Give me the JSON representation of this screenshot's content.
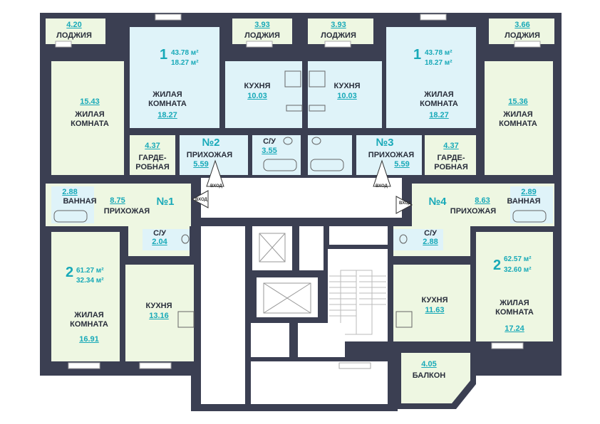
{
  "colors": {
    "wall": "#3b3f52",
    "room": "#eef7e2",
    "wet": "#dff3f9",
    "lobby": "#ffffff",
    "accent": "#17a9b8"
  },
  "rooms": {
    "loggia1": {
      "area": "4.20",
      "name": "ЛОДЖИЯ"
    },
    "loggia2": {
      "area": "3.93",
      "name": "ЛОДЖИЯ"
    },
    "loggia3": {
      "area": "3.93",
      "name": "ЛОДЖИЯ"
    },
    "loggia4": {
      "area": "3.66",
      "name": "ЛОДЖИЯ"
    },
    "living1": {
      "area": "15.43",
      "name1": "ЖИЛАЯ",
      "name2": "КОМНАТА"
    },
    "living2": {
      "area": "18.27",
      "name1": "ЖИЛАЯ",
      "name2": "КОМНАТА"
    },
    "living3": {
      "area": "18.27",
      "name1": "ЖИЛАЯ",
      "name2": "КОМНАТА"
    },
    "living4": {
      "area": "15.36",
      "name1": "ЖИЛАЯ",
      "name2": "КОМНАТА"
    },
    "living5": {
      "area": "16.91",
      "name1": "ЖИЛАЯ",
      "name2": "КОМНАТА"
    },
    "living6": {
      "area": "17.24",
      "name1": "ЖИЛАЯ",
      "name2": "КОМНАТА"
    },
    "kitchen2": {
      "area": "10.03",
      "name": "КУХНЯ"
    },
    "kitchen3": {
      "area": "10.03",
      "name": "КУХНЯ"
    },
    "kitchen1": {
      "area": "13.16",
      "name": "КУХНЯ"
    },
    "kitchen4": {
      "area": "11.63",
      "name": "КУХНЯ"
    },
    "wardrobe2": {
      "area": "4.37",
      "name1": "ГАРДЕ-",
      "name2": "РОБНАЯ"
    },
    "wardrobe3": {
      "area": "4.37",
      "name1": "ГАРДЕ-",
      "name2": "РОБНАЯ"
    },
    "hall2": {
      "area": "5.59",
      "name": "ПРИХОЖАЯ"
    },
    "hall3": {
      "area": "5.59",
      "name": "ПРИХОЖАЯ"
    },
    "hall1": {
      "area": "8.75",
      "name": "ПРИХОЖАЯ"
    },
    "hall4": {
      "area": "8.63",
      "name": "ПРИХОЖАЯ"
    },
    "wc2": {
      "area": "3.55",
      "name": "С/У"
    },
    "wc1": {
      "area": "2.04",
      "name": "С/У"
    },
    "wc4": {
      "area": "2.88",
      "name": "С/У"
    },
    "bath1": {
      "area": "2.88",
      "name": "ВАННАЯ"
    },
    "bath4": {
      "area": "2.89",
      "name": "ВАННАЯ"
    },
    "balcony": {
      "area": "4.05",
      "name": "БАЛКОН"
    }
  },
  "apartments": {
    "apt2": {
      "rooms": "1",
      "total": "43.78 м²",
      "living": "18.27 м²",
      "label": "№2"
    },
    "apt3": {
      "rooms": "1",
      "total": "43.78 м²",
      "living": "18.27 м²",
      "label": "№3"
    },
    "apt1": {
      "rooms": "2",
      "total": "61.27 м²",
      "living": "32.34 м²",
      "label": "№1"
    },
    "apt4": {
      "rooms": "2",
      "total": "62.57 м²",
      "living": "32.60 м²",
      "label": "№4"
    }
  },
  "entrance": "ВХОД"
}
